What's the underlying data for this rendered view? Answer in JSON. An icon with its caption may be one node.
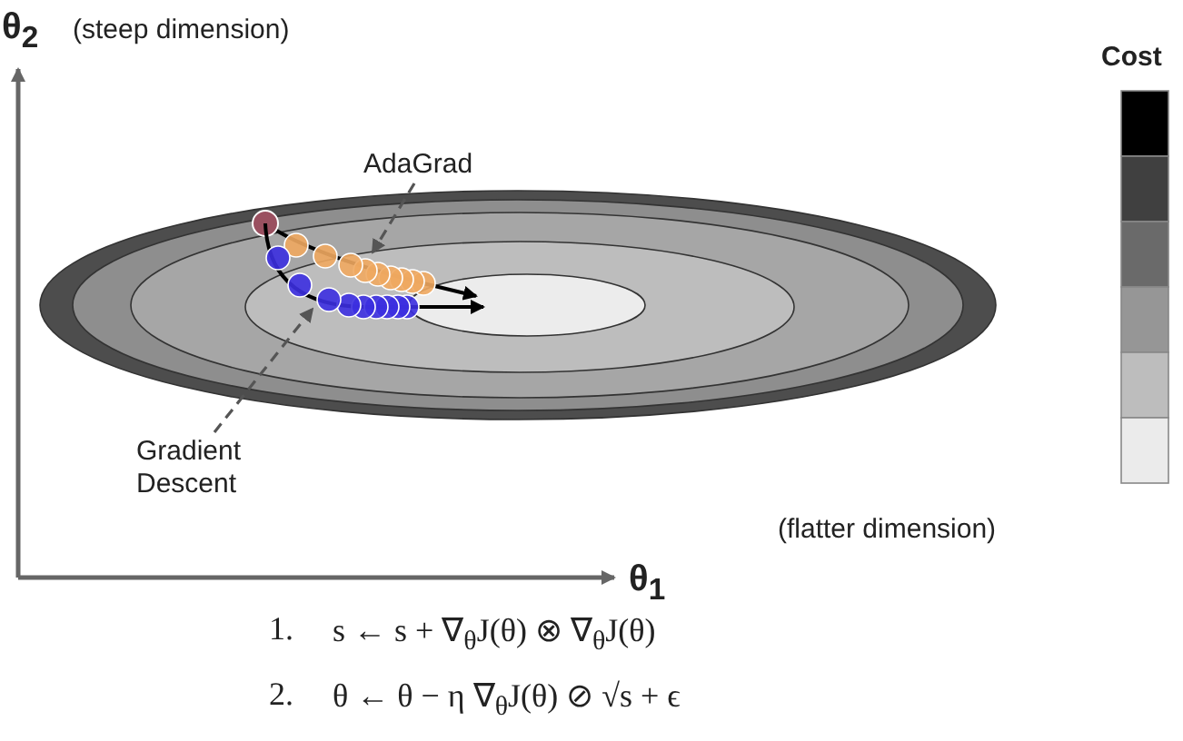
{
  "diagram": {
    "nodes": [
      {
        "text": [
          "AdaGrad"
        ]
      },
      {
        "text": [
          "Gradient Descent"
        ]
      },
      {
        "text": [],
        "shape": "picture"
      },
      {
        "text": [],
        "shape": "picture"
      }
    ],
    "edges": [
      {
        "from": 0,
        "to": 2,
        "arrow": "to",
        "style": "dashed"
      },
      {
        "from": 1,
        "to": 3,
        "arrow": "to",
        "style": "dashed"
      }
    ],
    "labels": [
      "θ$_{2}$",
      "(steep dimension)",
      "Cost",
      "(flatter dimension)",
      "θ$_{1}$",
      "1.",
      "s ← s + ∇$_{θ}$J(θ) ⊗ ∇$_{θ}$J(θ)",
      "2.",
      "θ ← θ − η ∇$_{θ}$J(θ) ⊘ √s + ϵ"
    ]
  }
}
